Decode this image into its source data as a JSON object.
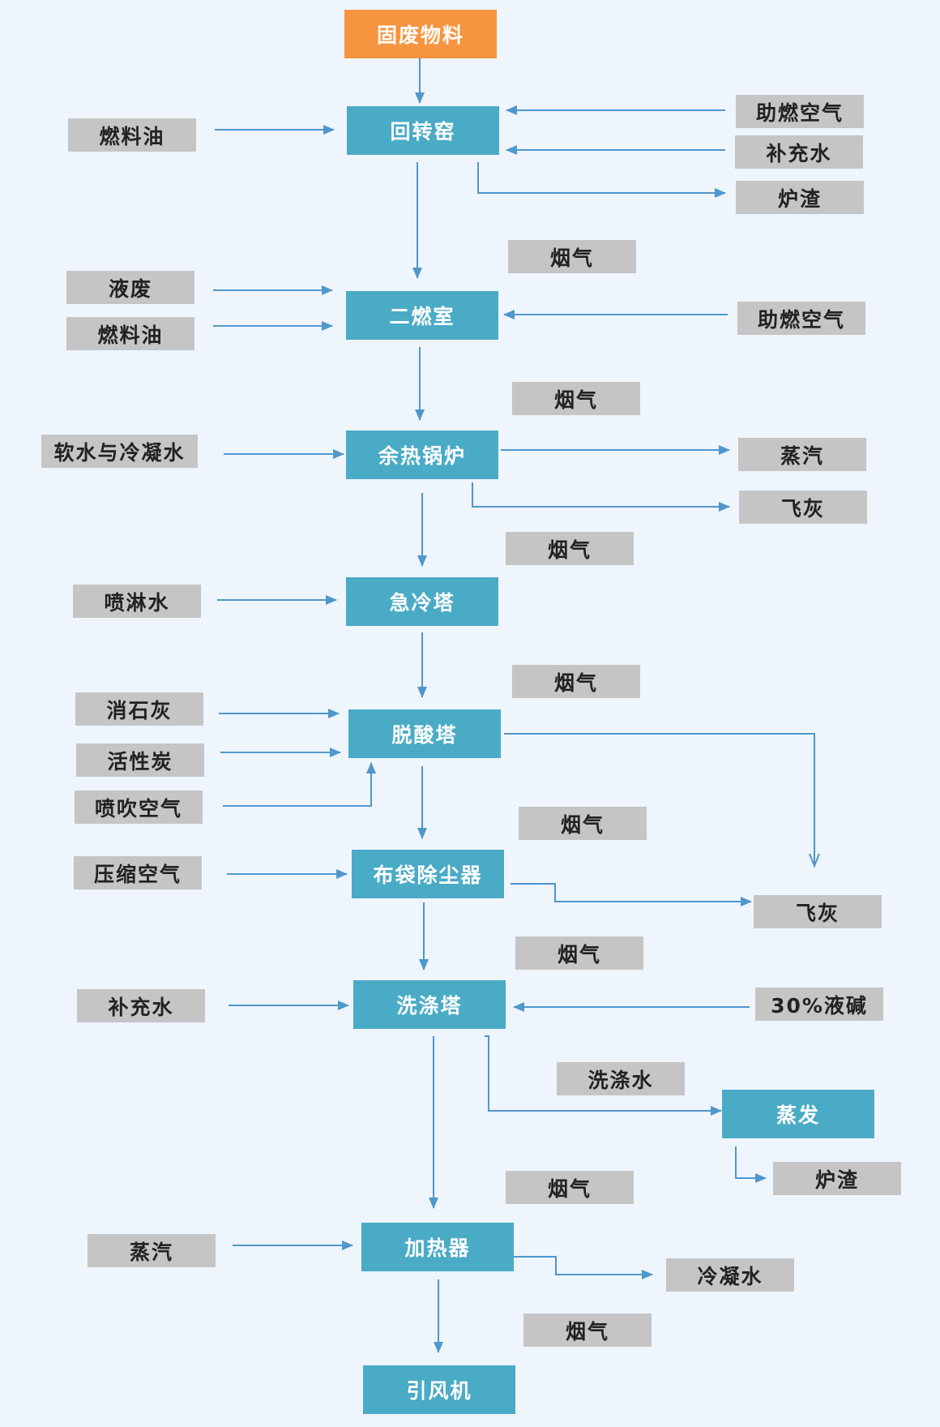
{
  "colors": {
    "background": "#eef5fc",
    "process": "#4aabc6",
    "start": "#f7943f",
    "io": "#c5c5c5",
    "arrow": "#4f97cc"
  },
  "nodes": {
    "solid_waste": "固废物料",
    "rotary_kiln": "回转窑",
    "secondary_chamber": "二燃室",
    "waste_heat_boiler": "余热锅炉",
    "quench_tower": "急冷塔",
    "deacid_tower": "脱酸塔",
    "bag_filter": "布袋除尘器",
    "scrubber": "洗涤塔",
    "evaporation": "蒸发",
    "heater": "加热器",
    "induced_fan": "引风机"
  },
  "inputs": {
    "fuel_oil_1": "燃料油",
    "combustion_air_1": "助燃空气",
    "makeup_water_1": "补充水",
    "liquid_waste": "液废",
    "fuel_oil_2": "燃料油",
    "combustion_air_2": "助燃空气",
    "soft_water": "软水与冷凝水",
    "spray_water": "喷淋水",
    "slaked_lime": "消石灰",
    "activated_carbon": "活性炭",
    "injection_air": "喷吹空气",
    "compressed_air": "压缩空气",
    "makeup_water_2": "补充水",
    "caustic": "30%液碱",
    "steam_in": "蒸汽"
  },
  "outputs": {
    "slag_1": "炉渣",
    "steam_out": "蒸汽",
    "fly_ash_1": "飞灰",
    "fly_ash_2": "飞灰",
    "wash_water": "洗涤水",
    "slag_2": "炉渣",
    "condensate": "冷凝水"
  },
  "flue_gas_labels": [
    "烟气",
    "烟气",
    "烟气",
    "烟气",
    "烟气",
    "烟气",
    "烟气",
    "烟气"
  ]
}
